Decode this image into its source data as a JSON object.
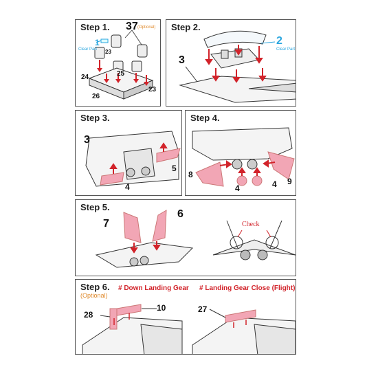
{
  "steps": {
    "step1": {
      "title": "Step 1.",
      "labels": {
        "p37": "37",
        "optional": "(Optional)",
        "p1": "1",
        "clear_part": "Clear Part",
        "p23a": "23",
        "p24": "24",
        "p25": "25",
        "p26": "26",
        "p23b": "23"
      }
    },
    "step2": {
      "title": "Step 2.",
      "labels": {
        "p2": "2",
        "clear_part": "Clear Part",
        "p3": "3"
      }
    },
    "step3": {
      "title": "Step 3.",
      "labels": {
        "p3": "3",
        "p5": "5",
        "p4": "4"
      }
    },
    "step4": {
      "title": "Step 4.",
      "labels": {
        "p8": "8",
        "p4a": "4",
        "p4b": "4",
        "p9": "9"
      }
    },
    "step5": {
      "title": "Step 5.",
      "labels": {
        "p7": "7",
        "p6": "6",
        "check": "Check"
      }
    },
    "step6": {
      "title": "Step 6.",
      "optional": "(Optional)",
      "down_gear": "# Down Landing Gear",
      "gear_close": "# Landing Gear Close (Flight)",
      "labels": {
        "p28": "28",
        "p10": "10",
        "p27": "27"
      }
    }
  },
  "colors": {
    "red": "#d2232a",
    "pink": "#f2a6b5",
    "blue": "#2aa6df",
    "orange": "#e08a2c"
  }
}
